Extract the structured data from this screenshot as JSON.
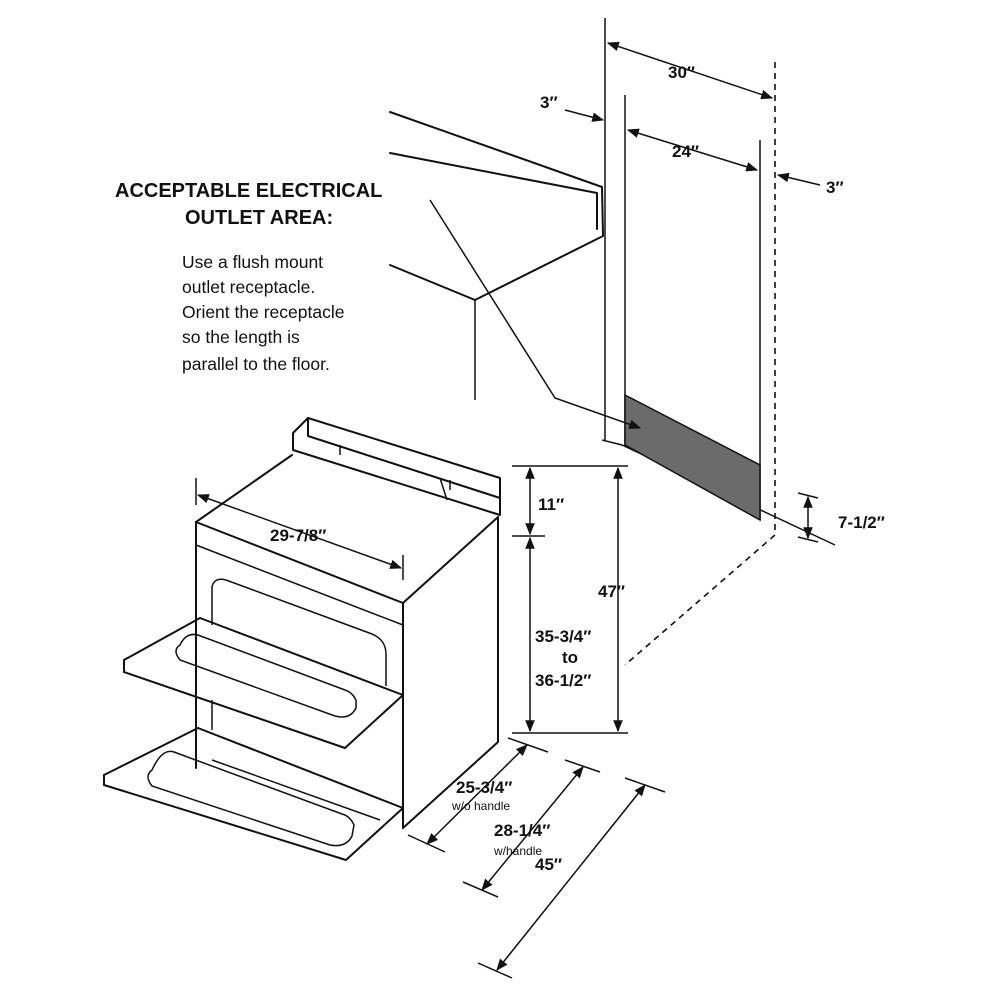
{
  "outlet": {
    "heading_line1": "ACCEPTABLE ELECTRICAL",
    "heading_line2": "OUTLET AREA:",
    "body_lines": [
      "Use a flush mount",
      "outlet receptacle.",
      "Orient the receptacle",
      "so the length is",
      "parallel to the floor."
    ],
    "area_color": "#6b6b6b"
  },
  "dimensions": {
    "cabinet_width": "30″",
    "left_clearance": "3″",
    "outlet_width": "24″",
    "right_clearance": "3″",
    "outlet_height": "7-1/2″",
    "range_width": "29-7/8″",
    "backguard_height": "11″",
    "total_height": "47″",
    "cooktop_height_1": "35-3/4″",
    "cooktop_height_to": "to",
    "cooktop_height_2": "36-1/2″",
    "depth_no_handle": "25-3/4″",
    "depth_no_handle_note": "w/o handle",
    "depth_handle": "28-1/4″",
    "depth_handle_note": "w/handle",
    "depth_door_open": "45″"
  }
}
